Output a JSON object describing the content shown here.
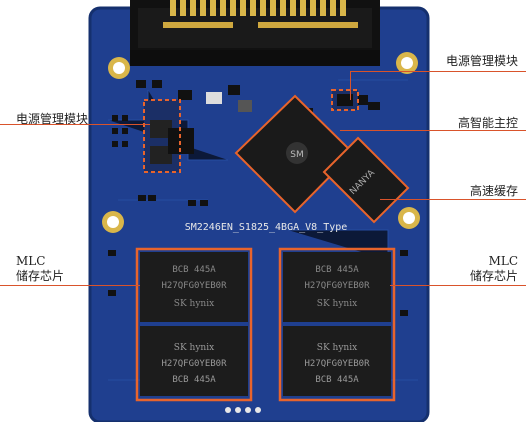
{
  "colors": {
    "board": "#1f3f8f",
    "board_dark": "#15306e",
    "gold": "#d9b64a",
    "chip": "#1a1a1a",
    "highlight": "#e8642c",
    "label_text": "#222222"
  },
  "labels": {
    "power_module_left": "电源管理模块",
    "power_module_right": "电源管理模块",
    "controller": "高智能主控",
    "cache": "高速缓存",
    "mlc_left_line1": "MLC",
    "mlc_left_line2": "储存芯片",
    "mlc_right_line1": "MLC",
    "mlc_right_line2": "储存芯片"
  },
  "board_text": {
    "model": "SM2246EN_S1825_4BGA_V8_Type",
    "nand_brand": "SK hynix",
    "nand_part": "H27QFG0YEB0R",
    "nand_code": "BCB 445A",
    "cache_brand": "NANYA",
    "controller_brand": "SM"
  },
  "icons": {
    "sata_connector": "sata-connector-icon",
    "mount_hole": "mount-hole-icon"
  }
}
